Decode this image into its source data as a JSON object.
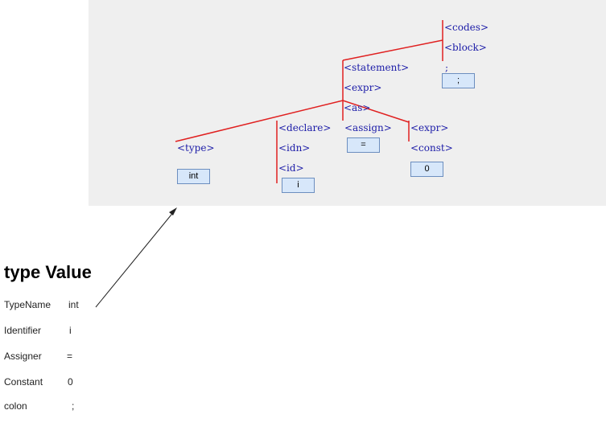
{
  "tree": {
    "nonterminals": {
      "codes": "<codes>",
      "block": "<block>",
      "semicolon_terminal": ";",
      "statement": "<statement>",
      "expr_top": "<expr>",
      "as": "<as>",
      "declare": "<declare>",
      "idn": "<idn>",
      "id": "<id>",
      "assign": "<assign>",
      "expr_right": "<expr>",
      "const": "<const>",
      "type": "<type>"
    },
    "leaves": {
      "int": "int",
      "i": "i",
      "equals": "=",
      "zero": "0",
      "semicolon": ";"
    },
    "edge_color": "#e02020"
  },
  "side_panel": {
    "title": "type Value",
    "rows": [
      {
        "name": "TypeName",
        "value": "int"
      },
      {
        "name": "Identifier",
        "value": "i"
      },
      {
        "name": "Assigner",
        "value": "="
      },
      {
        "name": "Constant",
        "value": "0"
      },
      {
        "name": "colon",
        "value": ";"
      }
    ]
  }
}
